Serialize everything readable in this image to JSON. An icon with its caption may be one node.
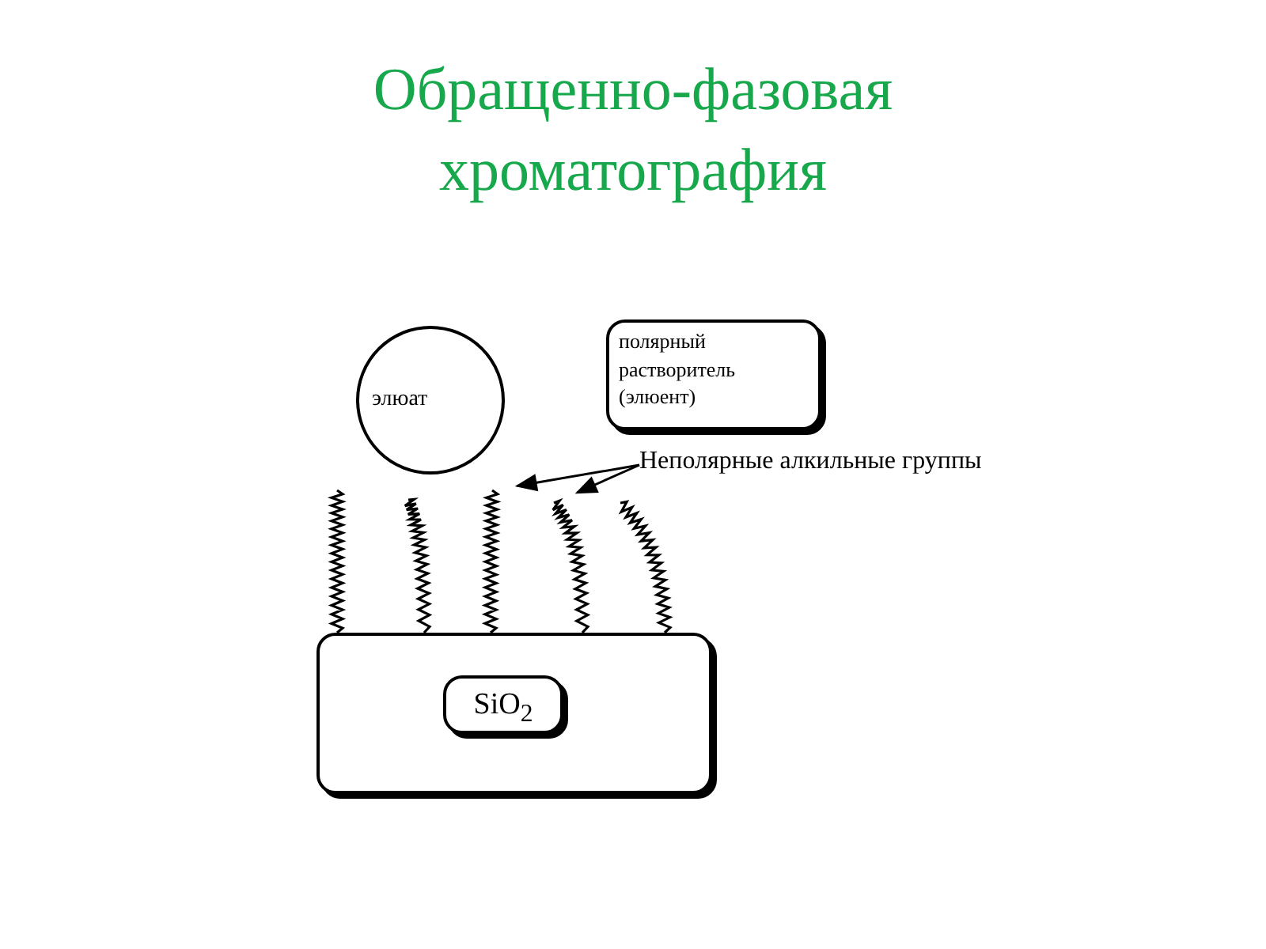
{
  "diagram": {
    "title": "Обращенно-фазовая хроматография",
    "nodes": [
      {
        "text": [
          "элюат"
        ]
      },
      {
        "text": [
          "полярный растворитель (элюент)"
        ]
      },
      {
        "text": [
          "Неполярные алкильные группы"
        ]
      },
      {
        "text": [],
        "shape": "zigzag"
      },
      {
        "text": [],
        "shape": "zigzag"
      },
      {
        "text": [],
        "shape": "zigzag"
      },
      {
        "text": [],
        "shape": "zigzag"
      },
      {
        "text": [],
        "shape": "zigzag"
      },
      {
        "text": [],
        "shape": "box"
      },
      {
        "text": [
          "SiO$_{2}$"
        ],
        "in": 8
      }
    ],
    "edges": [
      {
        "from": 2,
        "to": 5,
        "arrow": "to"
      },
      {
        "from": 2,
        "to": 6,
        "arrow": "to"
      }
    ]
  }
}
